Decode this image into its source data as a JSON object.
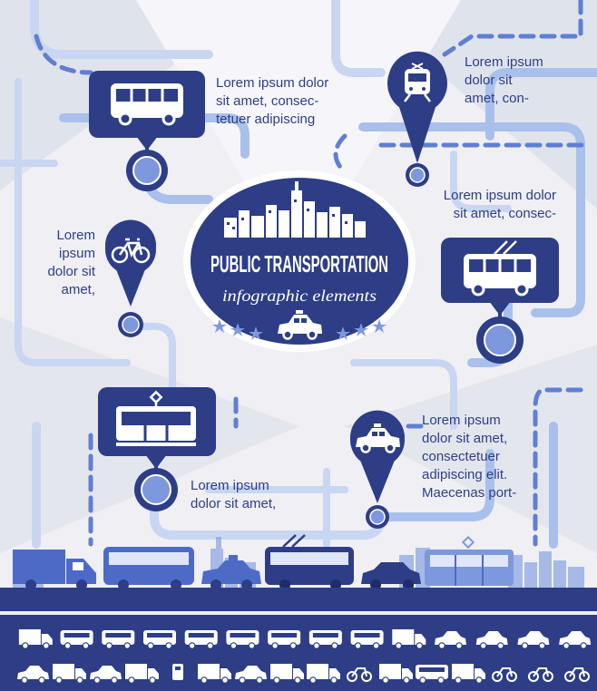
{
  "title": {
    "heading": "PUBLIC TRANSPORTATION",
    "subheading": "infographic elements"
  },
  "callouts": [
    {
      "id": "bus",
      "icon": "bus-icon",
      "lines": [
        "Lorem ipsum dolor",
        "sit amet, consec-",
        "tetuer adipiscing"
      ]
    },
    {
      "id": "train",
      "icon": "train-icon",
      "lines": [
        "Lorem ipsum",
        "dolor sit",
        "amet, con-"
      ]
    },
    {
      "id": "bicycle",
      "icon": "bicycle-icon",
      "lines": [
        "Lorem",
        "ipsum",
        "dolor sit",
        "amet,"
      ]
    },
    {
      "id": "trolleybus",
      "icon": "trolleybus-icon",
      "lines": [
        "Lorem ipsum dolor",
        "sit amet, consec-"
      ]
    },
    {
      "id": "tram",
      "icon": "tram-icon",
      "lines": [
        "Lorem ipsum",
        "dolor sit amet,"
      ]
    },
    {
      "id": "taxi",
      "icon": "taxi-icon",
      "lines": [
        "Lorem ipsum",
        "dolor sit amet,",
        "consectetuer",
        "adipiscing elit.",
        "Maecenas port-"
      ]
    }
  ],
  "colors": {
    "background": "#efeff4",
    "navy": "#2d3d86",
    "blue": "#4d6bc6",
    "light_blue": "#a9c0ec",
    "pale_blue": "#c9d6f2",
    "pin_circle": "#7d98dd"
  },
  "street_vehicles": [
    "truck-icon",
    "bus-icon",
    "taxi-icon",
    "trolleybus-icon",
    "car-icon",
    "tram-icon"
  ],
  "icon_rows": [
    [
      "car-carrier-icon",
      "high-speed-train-icon",
      "locomotive-icon",
      "freight-wagon-icon",
      "metro-icon",
      "tram-icon",
      "bus-icon",
      "trolleybus-icon",
      "coach-icon",
      "minivan-icon",
      "suv-icon",
      "coupe-icon",
      "sedan-icon",
      "hatchback-icon"
    ],
    [
      "compact-car-icon",
      "camper-trailer-icon",
      "taxi-icon",
      "garbage-truck-icon",
      "fuel-pump-icon",
      "semi-truck-icon",
      "police-car-icon",
      "fire-truck-icon",
      "van-icon",
      "cyclist-icon",
      "crane-truck-icon",
      "minibus-icon",
      "ambulance-icon",
      "bicycle-icon",
      "scooter-icon",
      "motorcycle-icon"
    ]
  ]
}
